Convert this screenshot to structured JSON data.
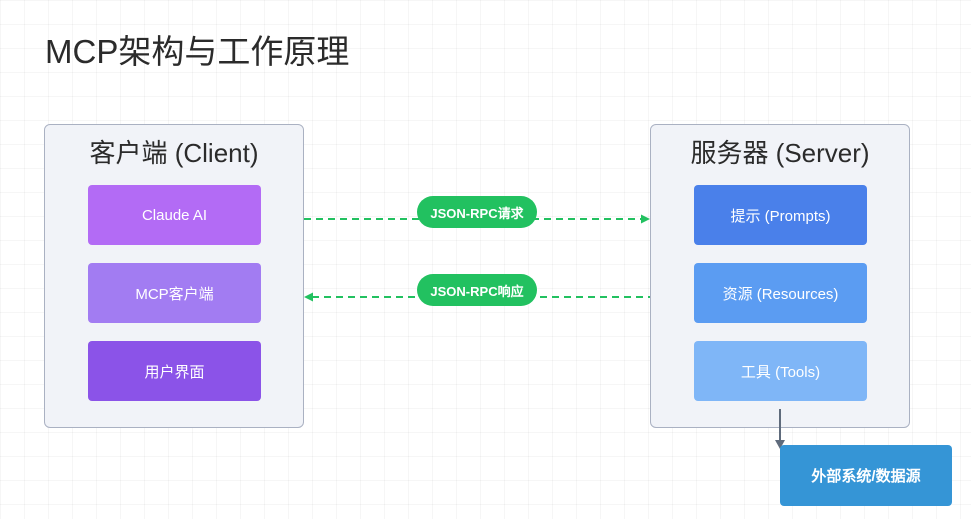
{
  "title": "MCP架构与工作原理",
  "client": {
    "title": "客户端 (Client)",
    "items": [
      {
        "label": "Claude AI",
        "color": "#b36bf5"
      },
      {
        "label": "MCP客户端",
        "color": "#a27cf2"
      },
      {
        "label": "用户界面",
        "color": "#8b53e8"
      }
    ]
  },
  "server": {
    "title": "服务器 (Server)",
    "items": [
      {
        "label": "提示 (Prompts)",
        "color": "#4a80ea"
      },
      {
        "label": "资源 (Resources)",
        "color": "#5b9cf2"
      },
      {
        "label": "工具 (Tools)",
        "color": "#7fb6f7"
      }
    ]
  },
  "connections": {
    "request_label": "JSON-RPC请求",
    "response_label": "JSON-RPC响应",
    "color": "#22c160"
  },
  "external": {
    "label": "外部系统/数据源",
    "color": "#3595d6"
  }
}
